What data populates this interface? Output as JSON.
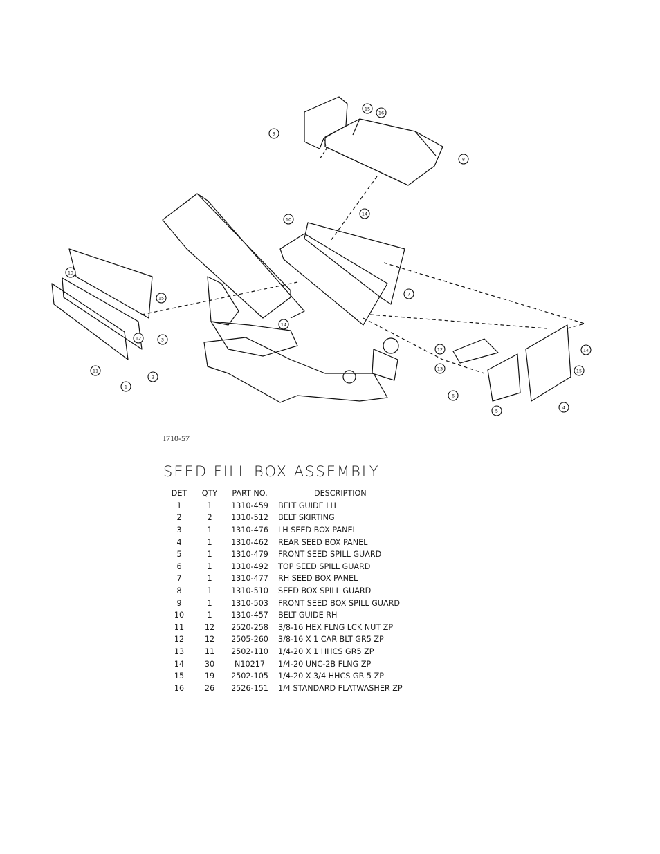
{
  "figure_id": "I710-57",
  "title": "SEED FILL BOX ASSEMBLY",
  "columns": [
    "DET",
    "QTY",
    "PART NO.",
    "DESCRIPTION"
  ],
  "rows": [
    {
      "det": "1",
      "qty": "1",
      "part": "1310-459",
      "desc": "BELT GUIDE LH"
    },
    {
      "det": "2",
      "qty": "2",
      "part": "1310-512",
      "desc": "BELT SKIRTING"
    },
    {
      "det": "3",
      "qty": "1",
      "part": "1310-476",
      "desc": "LH SEED BOX PANEL"
    },
    {
      "det": "4",
      "qty": "1",
      "part": "1310-462",
      "desc": "REAR SEED BOX PANEL"
    },
    {
      "det": "5",
      "qty": "1",
      "part": "1310-479",
      "desc": "FRONT SEED SPILL GUARD"
    },
    {
      "det": "6",
      "qty": "1",
      "part": "1310-492",
      "desc": "TOP SEED SPILL GUARD"
    },
    {
      "det": "7",
      "qty": "1",
      "part": "1310-477",
      "desc": "RH SEED BOX PANEL"
    },
    {
      "det": "8",
      "qty": "1",
      "part": "1310-510",
      "desc": "SEED BOX SPILL GUARD"
    },
    {
      "det": "9",
      "qty": "1",
      "part": "1310-503",
      "desc": "FRONT SEED BOX SPILL GUARD"
    },
    {
      "det": "10",
      "qty": "1",
      "part": "1310-457",
      "desc": "BELT GUIDE RH"
    },
    {
      "det": "11",
      "qty": "12",
      "part": "2520-258",
      "desc": "3/8-16 HEX FLNG LCK NUT ZP"
    },
    {
      "det": "12",
      "qty": "12",
      "part": "2505-260",
      "desc": "3/8-16 X 1 CAR BLT GR5 ZP"
    },
    {
      "det": "13",
      "qty": "11",
      "part": "2502-110",
      "desc": "1/4-20 X 1 HHCS GR5 ZP"
    },
    {
      "det": "14",
      "qty": "30",
      "part": "N10217",
      "desc": "1/4-20 UNC-2B FLNG ZP"
    },
    {
      "det": "15",
      "qty": "19",
      "part": "2502-105",
      "desc": "1/4-20 X 3/4 HHCS GR 5 ZP"
    },
    {
      "det": "16",
      "qty": "26",
      "part": "2526-151",
      "desc": "1/4 STANDARD FLATWASHER ZP"
    }
  ],
  "callouts": [
    "9",
    "15",
    "16",
    "8",
    "14",
    "10",
    "7",
    "13",
    "15",
    "3",
    "12",
    "2",
    "1",
    "11",
    "14",
    "12",
    "13",
    "6",
    "5",
    "14",
    "15",
    "4"
  ]
}
